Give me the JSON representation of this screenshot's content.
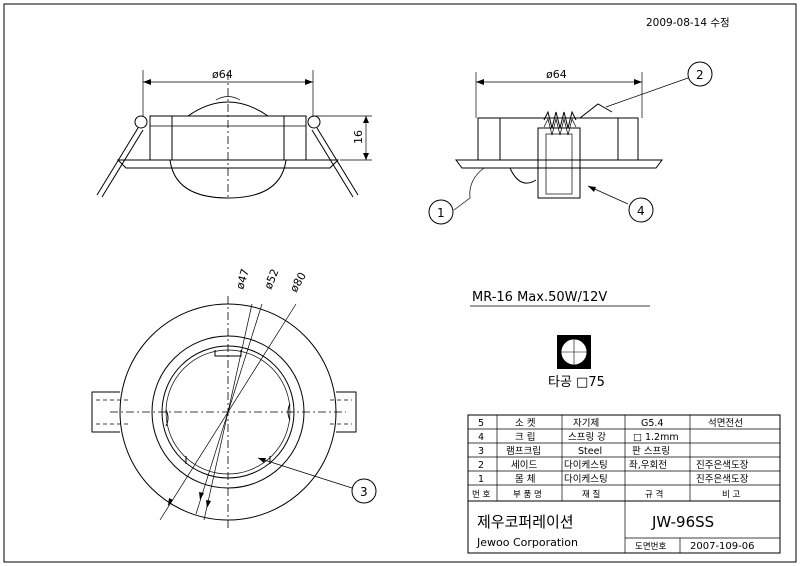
{
  "revision_note": "2009-08-14 수정",
  "dimensions": {
    "front_width": "ø64",
    "front_height": "16",
    "side_width": "ø64",
    "d47": "ø47",
    "d52": "ø52",
    "d80": "ø80"
  },
  "callouts": [
    "1",
    "2",
    "3",
    "4"
  ],
  "spec": "MR-16  Max.50W/12V",
  "cutout": "타공 □75",
  "parts_table": {
    "rows": [
      {
        "no": "5",
        "name": "소 켓",
        "material": "자기제",
        "spec": "G5.4",
        "note": "석면전선"
      },
      {
        "no": "4",
        "name": "크 립",
        "material": "스프링 강",
        "spec": "□ 1.2mm",
        "note": ""
      },
      {
        "no": "3",
        "name": "램프크립",
        "material": "Steel",
        "spec": "판 스프링",
        "note": ""
      },
      {
        "no": "2",
        "name": "세이드",
        "material": "다이케스팅",
        "spec": "좌,우회전",
        "note": "진주은색도장"
      },
      {
        "no": "1",
        "name": "몸 체",
        "material": "다이케스팅",
        "spec": "",
        "note": "진주은색도장"
      }
    ],
    "header": {
      "no": "번 호",
      "name": "부 품 명",
      "material": "재 질",
      "spec": "규 격",
      "note": "비 고"
    }
  },
  "title_block": {
    "company_kr": "제우코퍼레이션",
    "company_en": "Jewoo Corporation",
    "model": "JW-96SS",
    "drawing_no_label": "도면번호",
    "drawing_no": "2007-109-06"
  }
}
